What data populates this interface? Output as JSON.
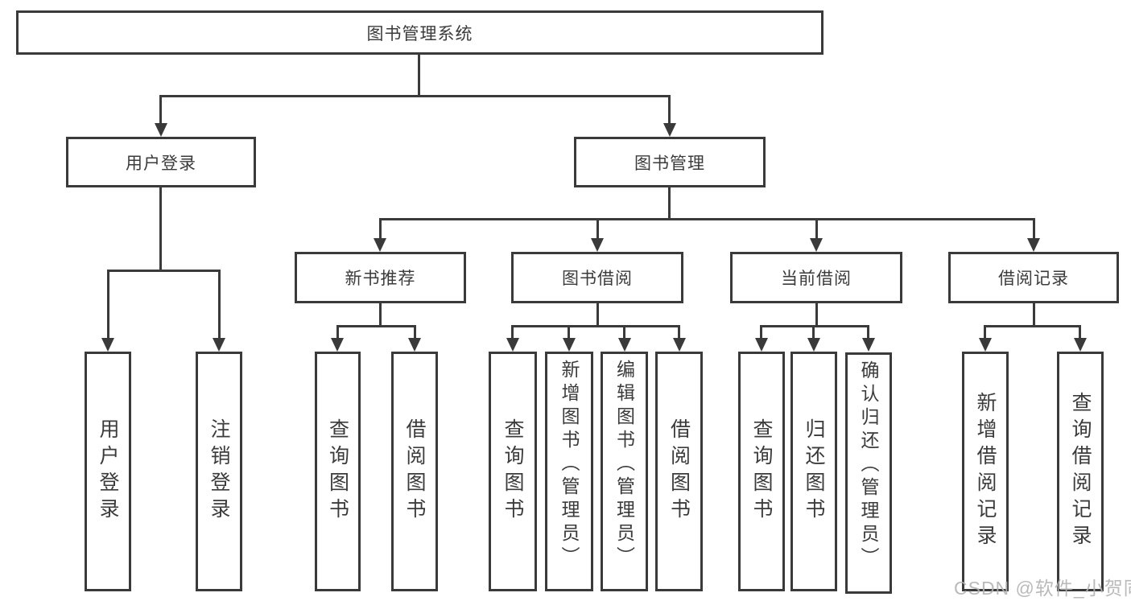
{
  "diagram": {
    "type": "hierarchy-tree",
    "orientation": "top-down"
  },
  "tree": {
    "label": "图书管理系统",
    "children": [
      {
        "label": "用户登录",
        "children": [
          {
            "label": "用户登录"
          },
          {
            "label": "注销登录"
          }
        ]
      },
      {
        "label": "图书管理",
        "children": [
          {
            "label": "新书推荐",
            "children": [
              {
                "label": "查询图书"
              },
              {
                "label": "借阅图书"
              }
            ]
          },
          {
            "label": "图书借阅",
            "children": [
              {
                "label": "查询图书"
              },
              {
                "label": "新增图书（管理员）"
              },
              {
                "label": "编辑图书（管理员）"
              },
              {
                "label": "借阅图书"
              }
            ]
          },
          {
            "label": "当前借阅",
            "children": [
              {
                "label": "查询图书"
              },
              {
                "label": "归还图书"
              },
              {
                "label": "确认归还（管理员）"
              }
            ]
          },
          {
            "label": "借阅记录",
            "children": [
              {
                "label": "新增借阅记录"
              },
              {
                "label": "查询借阅记录"
              }
            ]
          }
        ]
      }
    ]
  },
  "watermark": {
    "text": "CSDN @软件_小贺同学",
    "color": "#b2b2b2"
  },
  "colors": {
    "line": "#3a3a3a",
    "text": "#3b3b3b",
    "background": "#ffffff"
  }
}
